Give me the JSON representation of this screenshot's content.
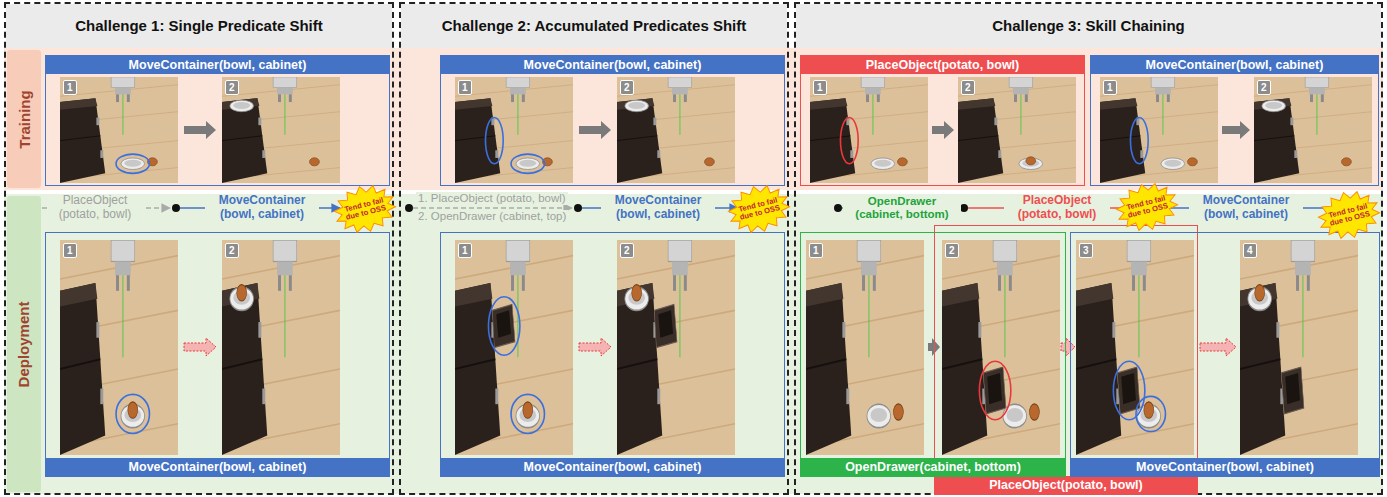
{
  "diagram": {
    "nodes": [
      {
        "text": [
          "Challenge 1: Single Predicate Shift"
        ]
      },
      {
        "text": [
          "Challenge 2: Accumulated Predicates Shift"
        ]
      },
      {
        "text": [
          "Challenge 3: Skill Chaining"
        ]
      },
      {
        "text": [
          "Training"
        ]
      },
      {
        "text": [
          "Deployment"
        ]
      },
      {
        "text": [
          "MoveContainer(bowl, cabinet)"
        ],
        "in": 0
      },
      {
        "text": [
          "MoveContainer(bowl, cabinet)"
        ],
        "in": 1
      },
      {
        "text": [
          "PlaceObject(potato, bowl)"
        ],
        "in": 2
      },
      {
        "text": [
          "MoveContainer(bowl, cabinet)"
        ],
        "in": 2
      },
      {
        "text": [
          "MoveContainer(bowl, cabinet)"
        ],
        "in": 0
      },
      {
        "text": [
          "Tend to fail due to OSS"
        ],
        "in": 0
      },
      {
        "text": [
          "MoveContainer(bowl, cabinet)"
        ],
        "in": 1
      },
      {
        "text": [
          "Tend to fail due to OSS"
        ],
        "in": 1
      },
      {
        "text": [
          "OpenDrawer(cabinet, bottom)"
        ],
        "in": 2
      },
      {
        "text": [
          "PlaceObject(potato, bowl)"
        ],
        "in": 2
      },
      {
        "text": [
          "MoveContainer(bowl, cabinet)"
        ],
        "in": 2
      },
      {
        "text": [
          "Tend to fail due to OSS"
        ],
        "in": 2
      },
      {
        "text": [
          "Tend to fail due to OSS"
        ],
        "in": 2
      }
    ],
    "labels": [
      "1",
      "2",
      "1",
      "2",
      "1",
      "2",
      "1",
      "2",
      "PlaceObject (potato, bowl)",
      "MoveContainer (bowl, cabinet)",
      "1. PlaceObject (potato, bowl)",
      "2. OpenDrawer (cabinet, top)",
      "MoveContainer (bowl, cabinet)",
      "OpenDrawer (cabinet, bottom)",
      "PlaceObject (potato, bowl)",
      "MoveContainer (bowl, cabinet)",
      "1",
      "2",
      "1",
      "2",
      "1",
      "2",
      "3",
      "4"
    ]
  }
}
